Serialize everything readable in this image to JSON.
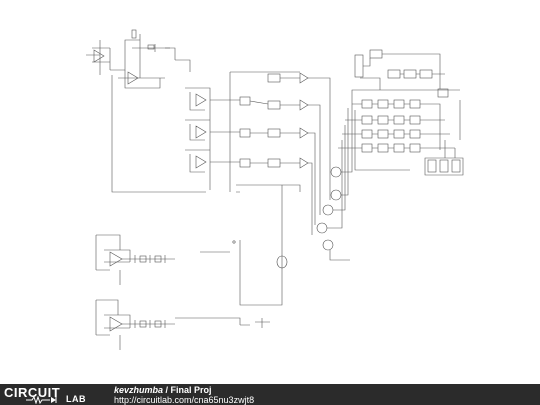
{
  "footer": {
    "logo_top": "CIRCUIT",
    "logo_bottom": "LAB",
    "author": "kevzhumba",
    "separator": " / ",
    "title": "Final Proj",
    "url": "http://circuitlab.com/cna65nu3zwjt8"
  },
  "colors": {
    "wire": "#555555",
    "component": "#333333",
    "footer_bg": "#2b2b2b",
    "footer_text": "#ffffff"
  }
}
